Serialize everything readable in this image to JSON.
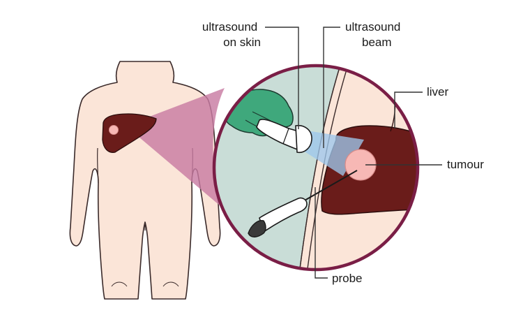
{
  "labels": {
    "ultrasound_on_skin": [
      "ultrasound",
      "on skin"
    ],
    "ultrasound_beam": [
      "ultrasound",
      "beam"
    ],
    "liver": "liver",
    "tumour": "tumour",
    "probe": "probe"
  },
  "colors": {
    "skin": "#fbe5d8",
    "outline": "#3a2a2a",
    "liver": "#6a1c1a",
    "tumour": "#f7b8b5",
    "magnifier_ring": "#7a1e46",
    "zoom_cone": "#c87ba2",
    "glove": "#3fa87c",
    "inner_tissue": "#c9ddd7",
    "beam": "#9ec6ec"
  }
}
